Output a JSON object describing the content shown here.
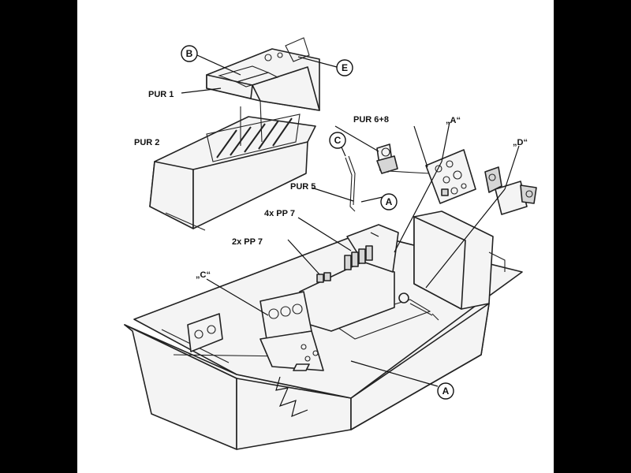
{
  "labels": {
    "pur1": "PUR 1",
    "pur2": "PUR 2",
    "pur5": "PUR 5",
    "pur68": "PUR 6+8",
    "pp7_4x": "4x PP 7",
    "pp7_2x": "2x PP 7",
    "detail_a": "„A“",
    "detail_c": "„C“",
    "detail_d": "„D“"
  },
  "callouts": {
    "b": "B",
    "e": "E",
    "c": "C",
    "a_upper": "A",
    "a_lower": "A"
  },
  "colors": {
    "frame": "#000000",
    "background": "#ffffff",
    "line": "#222222"
  }
}
